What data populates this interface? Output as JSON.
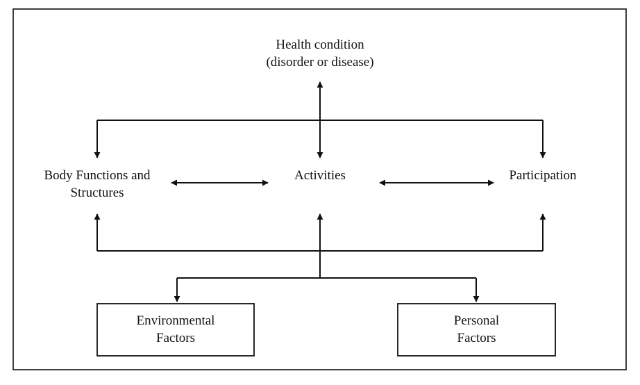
{
  "nodes": {
    "health_condition": {
      "line1": "Health  condition",
      "line2": "(disorder or disease)"
    },
    "body_functions": {
      "line1": "Body Functions  and",
      "line2": "Structures"
    },
    "activities": {
      "label": "Activities"
    },
    "participation": {
      "label": "Participation"
    },
    "environmental_factors": {
      "line1": "Environmental",
      "line2": "Factors"
    },
    "personal_factors": {
      "line1": "Personal",
      "line2": "Factors"
    }
  },
  "colors": {
    "stroke": "#111111",
    "text": "#111111",
    "background": "#ffffff"
  }
}
